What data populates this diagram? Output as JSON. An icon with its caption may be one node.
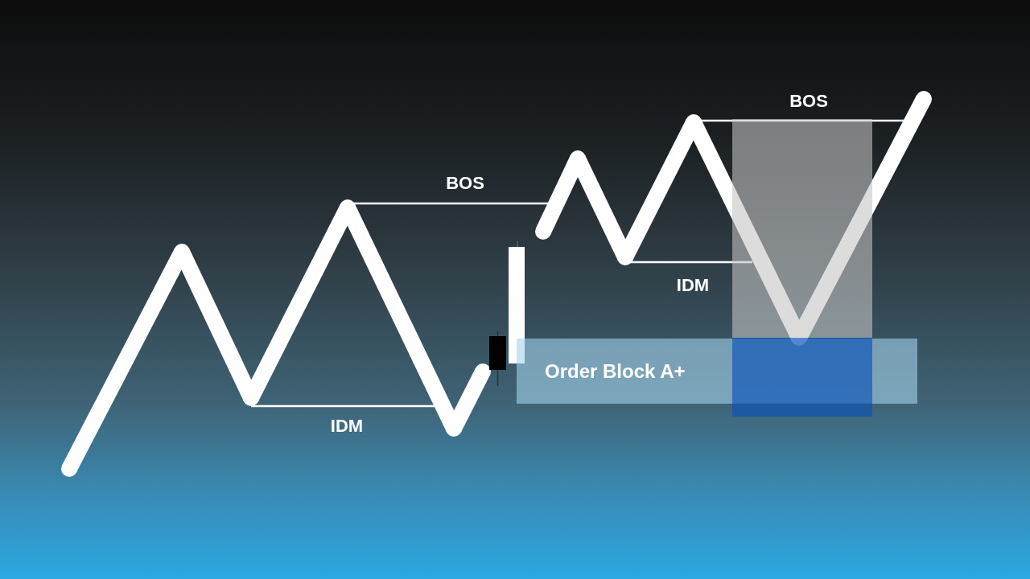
{
  "diagram": {
    "nodes": [
      {
        "text": [
          "Order Block A+"
        ]
      },
      {
        "text": [],
        "shape": "box"
      },
      {
        "text": [],
        "shape": "box"
      }
    ],
    "labels": [
      "BOS",
      "BOS",
      "IDM",
      "IDM"
    ]
  }
}
